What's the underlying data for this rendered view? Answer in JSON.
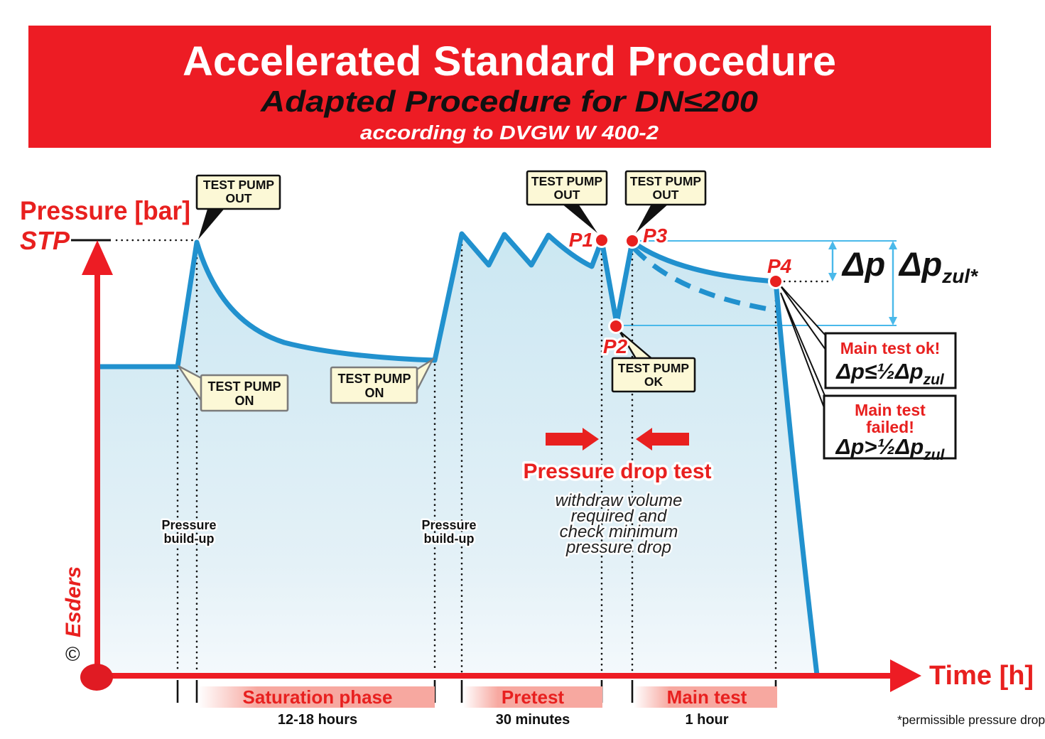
{
  "header": {
    "title": "Accelerated Standard Procedure",
    "subtitle": "Adapted Procedure for DN≤200",
    "standard": "according to DVGW W 400-2"
  },
  "axes": {
    "y_label": "Pressure [bar]",
    "y_ref": "STP",
    "x_label": "Time [h]"
  },
  "callouts": {
    "out1": {
      "line1": "TEST PUMP",
      "line2": "OUT"
    },
    "out2": {
      "line1": "TEST PUMP",
      "line2": "OUT"
    },
    "out3": {
      "line1": "TEST PUMP",
      "line2": "OUT"
    },
    "on1": {
      "line1": "TEST PUMP",
      "line2": "ON"
    },
    "on2": {
      "line1": "TEST PUMP",
      "line2": "ON"
    },
    "ok": {
      "line1": "TEST PUMP",
      "line2": "OK"
    }
  },
  "points": {
    "p1": "P1",
    "p2": "P2",
    "p3": "P3",
    "p4": "P4"
  },
  "build_up": {
    "line1": "Pressure",
    "line2": "build-up"
  },
  "drop_test": {
    "title": "Pressure drop test",
    "note_lines": [
      "withdraw volume",
      "required and",
      "check minimum",
      "pressure drop"
    ]
  },
  "deltas": {
    "dp": "Δp",
    "dp_zul": "Δp",
    "dp_zul_sub": "zul*"
  },
  "results": {
    "ok": {
      "title": "Main test ok!",
      "formula": "Δp≤½Δp",
      "formula_sub": "zul"
    },
    "failed": {
      "title_line1": "Main test",
      "title_line2": "failed!",
      "formula": "Δp>½Δp",
      "formula_sub": "zul"
    }
  },
  "phases": [
    {
      "name": "Saturation phase",
      "duration": "12-18 hours"
    },
    {
      "name": "Pretest",
      "duration": "30 minutes"
    },
    {
      "name": "Main test",
      "duration": "1 hour"
    }
  ],
  "footnote": "*permissible pressure drop",
  "brand": {
    "name": "Esders",
    "copyright": "©"
  },
  "colors": {
    "red": "#ed1c24",
    "curve_blue": "#2191ce",
    "light_blue": "#4ab9ea",
    "cream": "#fcf8d6",
    "band_pink": "#f7a8a0"
  }
}
